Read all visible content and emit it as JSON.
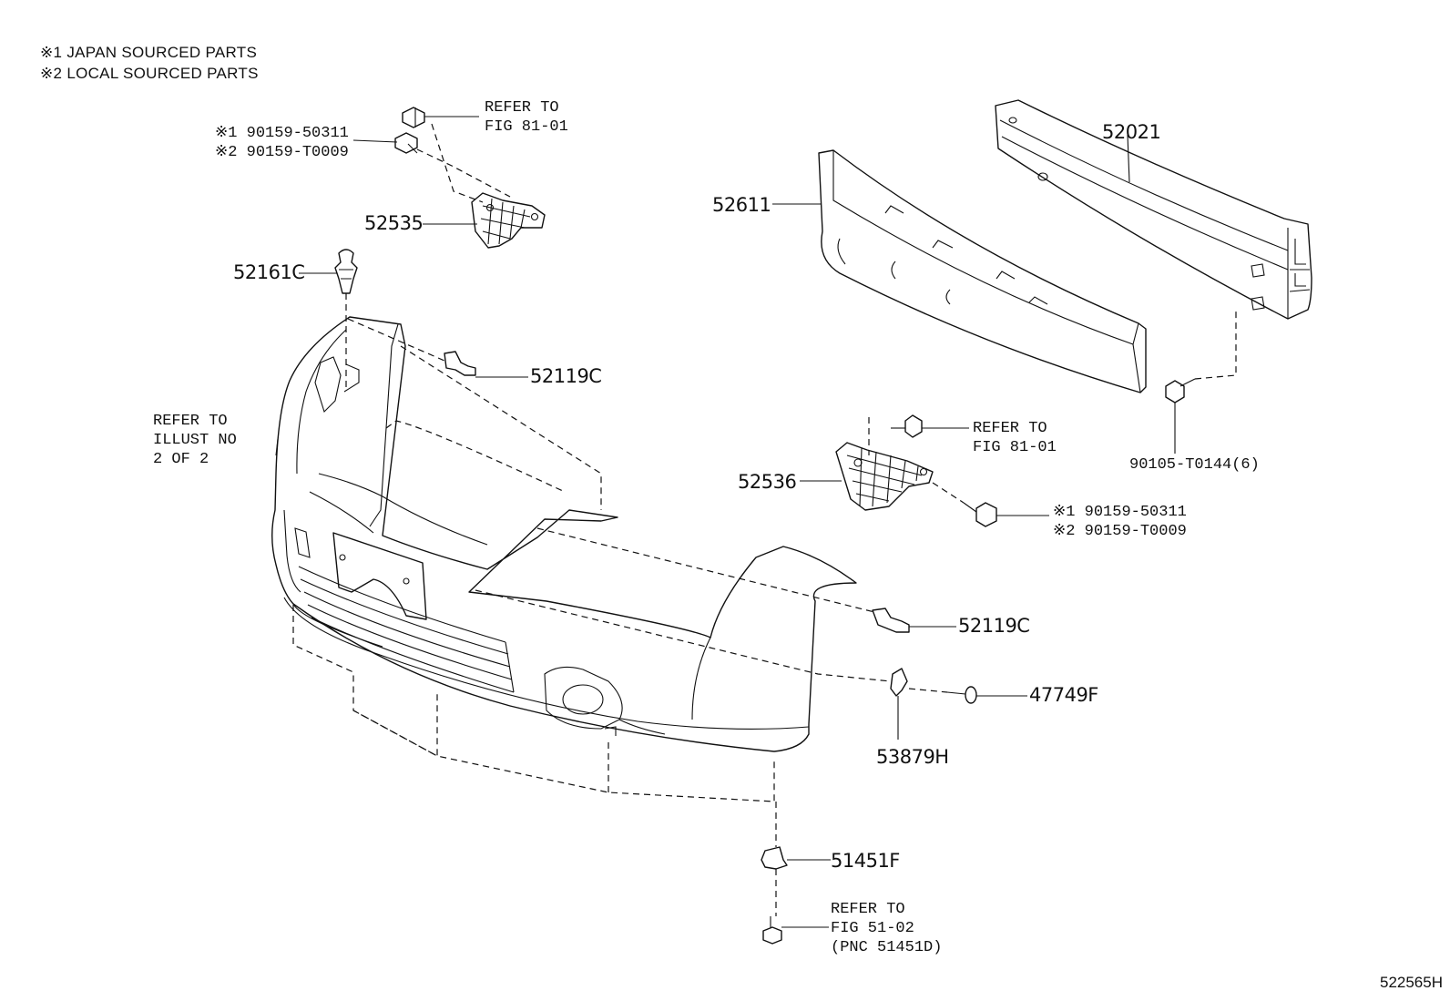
{
  "legend": [
    "※1 JAPAN SOURCED PARTS",
    "※2 LOCAL SOURCED PARTS"
  ],
  "labels": {
    "p52535": "52535",
    "p52161c": "52161C",
    "p52119c_top": "52119C",
    "p52611": "52611",
    "p52021": "52021",
    "p52536": "52536",
    "p52119c_bottom": "52119C",
    "p47749f": "47749F",
    "p53879h": "53879H",
    "p51451f": "51451F",
    "p90105": "90105-T0144(6)"
  },
  "refs": {
    "ref_fig81_top": [
      "REFER TO",
      "FIG 81-01"
    ],
    "ref_fig81_right": [
      "REFER TO",
      "FIG 81-01"
    ],
    "ref_illust": [
      "REFER TO",
      "ILLUST NO",
      "2 OF 2"
    ],
    "ref_fig51": [
      "REFER TO",
      "FIG 51-02",
      "(PNC 51451D)"
    ]
  },
  "bolt_pairs": {
    "top": [
      "※1 90159-50311",
      "※2 90159-T0009"
    ],
    "right": [
      "※1 90159-50311",
      "※2 90159-T0009"
    ]
  },
  "diagram_id": "522565H"
}
